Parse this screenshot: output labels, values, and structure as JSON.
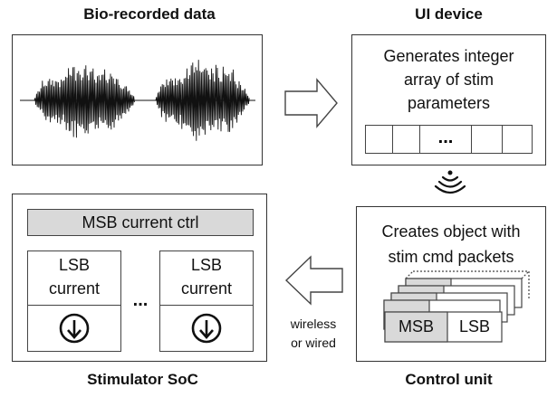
{
  "titles": {
    "bio": "Bio-recorded data",
    "ui": "UI device",
    "stim": "Stimulator SoC",
    "control": "Control unit"
  },
  "ui_device": {
    "line1": "Generates integer",
    "line2": "array of stim",
    "line3": "parameters",
    "ellipsis": "..."
  },
  "control_unit": {
    "line1": "Creates object with",
    "line2": "stim cmd packets",
    "msb": "MSB",
    "lsb": "LSB"
  },
  "stimulator": {
    "msb_bar": "MSB current ctrl",
    "lsb_left_1": "LSB",
    "lsb_left_2": "current",
    "lsb_right_1": "LSB",
    "lsb_right_2": "current",
    "ellipsis": "..."
  },
  "link": {
    "line1": "wireless",
    "line2": "or wired"
  },
  "icons": [
    "arrow-right-icon",
    "arrow-left-icon",
    "wireless-signal-icon",
    "current-source-icon"
  ]
}
